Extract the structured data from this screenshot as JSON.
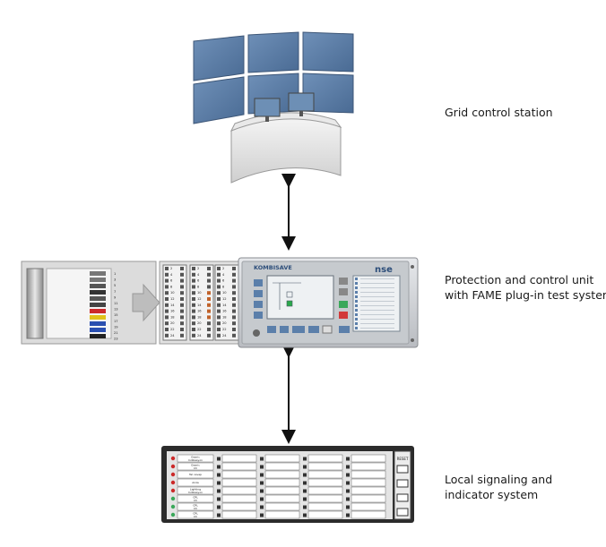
{
  "labels": {
    "grid_control": [
      "Grid control station"
    ],
    "protection_unit": [
      "Protection and control unit",
      "with FAME plug-in test system"
    ],
    "local_signaling": [
      "Local signaling and",
      "indicator system"
    ]
  },
  "device": {
    "brand": "KOMBISAVE",
    "terminal_numbers": [
      "1",
      "2",
      "3",
      "4",
      "5",
      "6",
      "7",
      "8",
      "9",
      "10",
      "11",
      "12",
      "13",
      "14",
      "15",
      "16",
      "17",
      "18",
      "19",
      "20",
      "21",
      "22",
      "23",
      "24"
    ]
  },
  "annunciator": {
    "row_labels": [
      "Gearic\nIndikasyon",
      "Gearic\nCh",
      "Tel cevap",
      "Arıza",
      "Lighting\nIndikasyon",
      "CPL\nCh",
      "CPL\nCh",
      "CPL\nCh"
    ],
    "side_labels": [
      "RESET"
    ]
  },
  "colors": {
    "monitor": "#5b7faa",
    "panel_grey": "#d8dadd",
    "dark_frame": "#2b2b2b",
    "arrow": "#111111"
  }
}
